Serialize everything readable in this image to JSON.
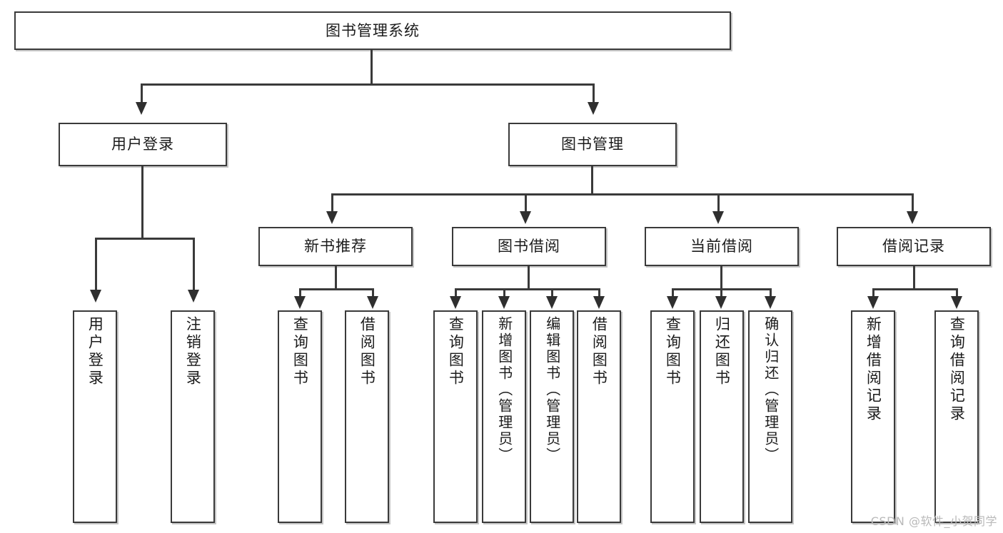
{
  "diagram": {
    "title": "图书管理系统",
    "type": "tree-hierarchy-diagram",
    "watermark": "CSDN @软件_小贺同学",
    "colors": {
      "box_border": "#3a3a3a",
      "box_fill": "#ffffff",
      "edge": "#3a3a3a",
      "text": "#1b1b1b",
      "watermark": "#b9b9b9"
    }
  },
  "root": {
    "label": "图书管理系统"
  },
  "level1": [
    {
      "label": "用户登录"
    },
    {
      "label": "图书管理"
    }
  ],
  "level2": [
    {
      "label": "新书推荐"
    },
    {
      "label": "图书借阅"
    },
    {
      "label": "当前借阅"
    },
    {
      "label": "借阅记录"
    }
  ],
  "leaves": {
    "user_login": [
      {
        "label": "用户登录"
      },
      {
        "label": "注销登录"
      }
    ],
    "new_book": [
      {
        "label": "查询图书"
      },
      {
        "label": "借阅图书"
      }
    ],
    "book_borrow": [
      {
        "label": "查询图书"
      },
      {
        "label": "新增图书（管理员）"
      },
      {
        "label": "编辑图书（管理员）"
      },
      {
        "label": "借阅图书"
      }
    ],
    "current_borrow": [
      {
        "label": "查询图书"
      },
      {
        "label": "归还图书"
      },
      {
        "label": "确认归还（管理员）"
      }
    ],
    "borrow_record": [
      {
        "label": "新增借阅记录"
      },
      {
        "label": "查询借阅记录"
      }
    ]
  }
}
